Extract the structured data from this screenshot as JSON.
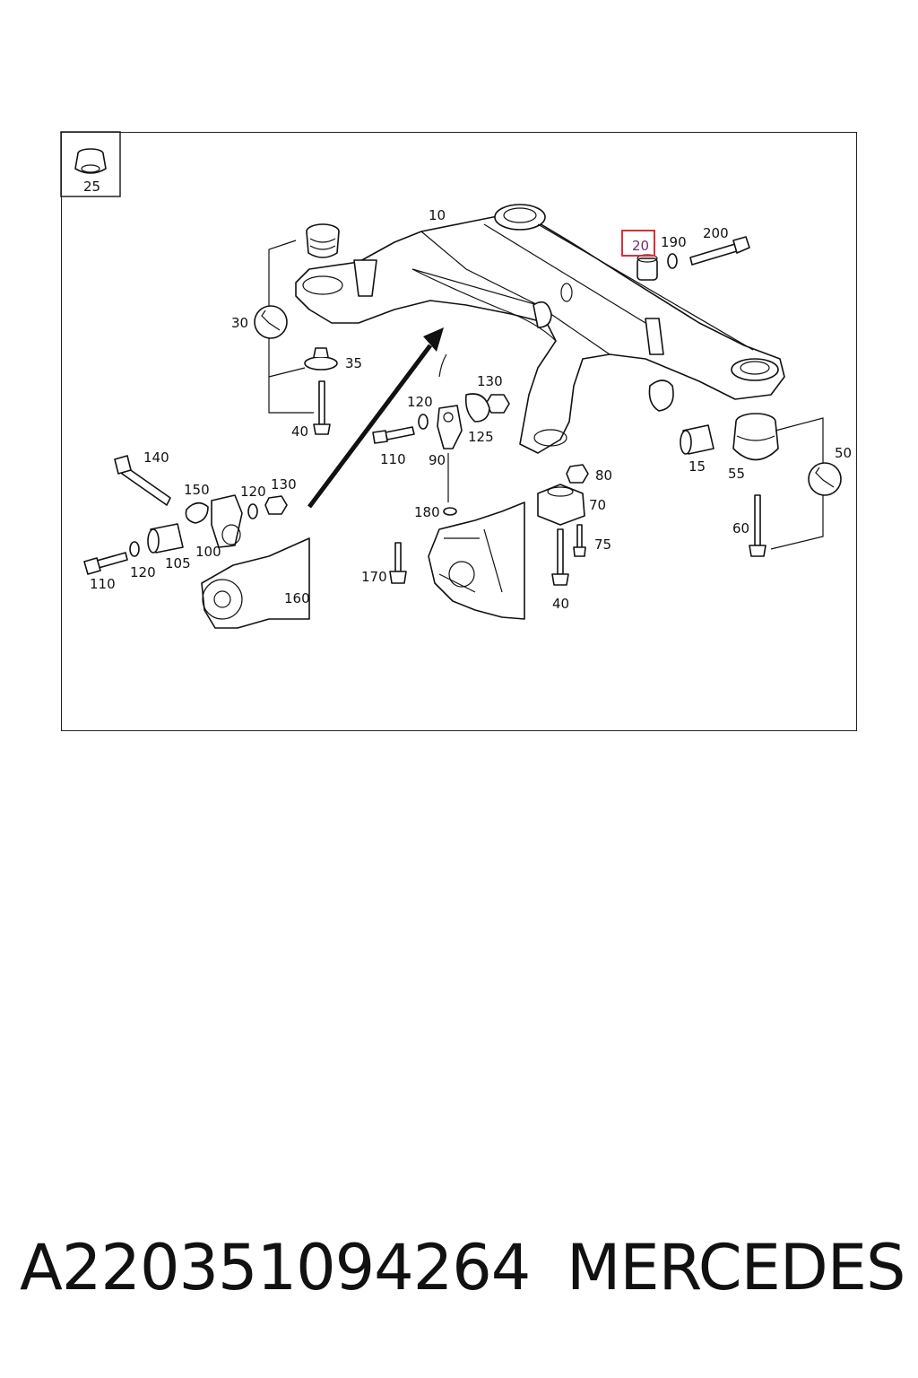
{
  "diagram": {
    "labels": {
      "l25": "25",
      "l10": "10",
      "l20": "20",
      "l190": "190",
      "l200": "200",
      "l30": "30",
      "l35": "35",
      "l40a": "40",
      "l130a": "130",
      "l120a": "120",
      "l125": "125",
      "l110a": "110",
      "l90": "90",
      "l140": "140",
      "l150": "150",
      "l120b": "120",
      "l130b": "130",
      "l100": "100",
      "l105": "105",
      "l110b": "110",
      "l120c": "120",
      "l160": "160",
      "l180": "180",
      "l170": "170",
      "l80": "80",
      "l70": "70",
      "l75": "75",
      "l40b": "40",
      "l15": "15",
      "l55": "55",
      "l50": "50",
      "l60": "60"
    },
    "highlighted_part": "20",
    "highlight_color": "#d9303a",
    "icons": [
      "wrench-icon",
      "wrench-icon"
    ]
  },
  "caption": {
    "part_number": "A220351094264",
    "brand": "MERCEDES"
  }
}
